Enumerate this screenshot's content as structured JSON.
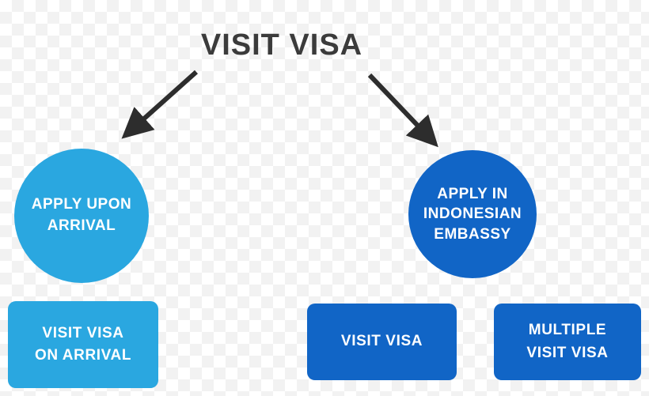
{
  "title": "VISIT VISA",
  "colors": {
    "light_blue": "#2AA7E0",
    "dark_blue": "#1165C6",
    "arrow": "#2d2d2d",
    "title_text": "#3b3b3b",
    "node_text": "#ffffff"
  },
  "nodes": {
    "left_circle": {
      "label": "APPLY UPON ARRIVAL",
      "lines": [
        "APPLY UPON",
        "ARRIVAL"
      ]
    },
    "right_circle": {
      "label": "APPLY IN INDONESIAN EMBASSY",
      "lines": [
        "APPLY IN",
        "INDONESIAN",
        "EMBASSY"
      ]
    },
    "left_box": {
      "label": "VISIT VISA ON ARRIVAL",
      "lines": [
        "VISIT VISA",
        "ON ARRIVAL"
      ]
    },
    "middle_box": {
      "label": "VISIT VISA",
      "lines": [
        "VISIT VISA"
      ]
    },
    "right_box": {
      "label": "MULTIPLE VISIT VISA",
      "lines": [
        "MULTIPLE",
        "VISIT VISA"
      ]
    }
  }
}
